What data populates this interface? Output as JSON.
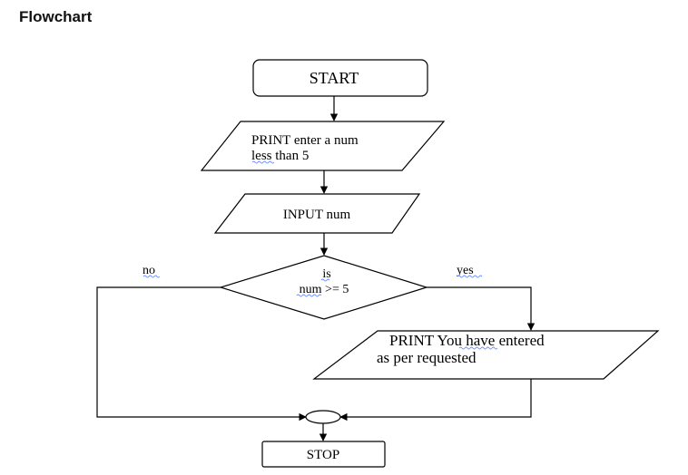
{
  "page": {
    "title": "Flowchart"
  },
  "flowchart": {
    "start": "START",
    "print_prompt_line1": "PRINT enter a num",
    "print_prompt_line2": "less than 5",
    "input": "INPUT num",
    "decision_line1": "is",
    "decision_line2": "num >= 5",
    "branch_no": "no",
    "branch_yes": "yes",
    "print_result_line1": "PRINT You have entered",
    "print_result_line2": "as per requested",
    "stop": "STOP"
  },
  "colors": {
    "stroke": "#000000",
    "spellcheck_underline": "#6a8cff"
  }
}
